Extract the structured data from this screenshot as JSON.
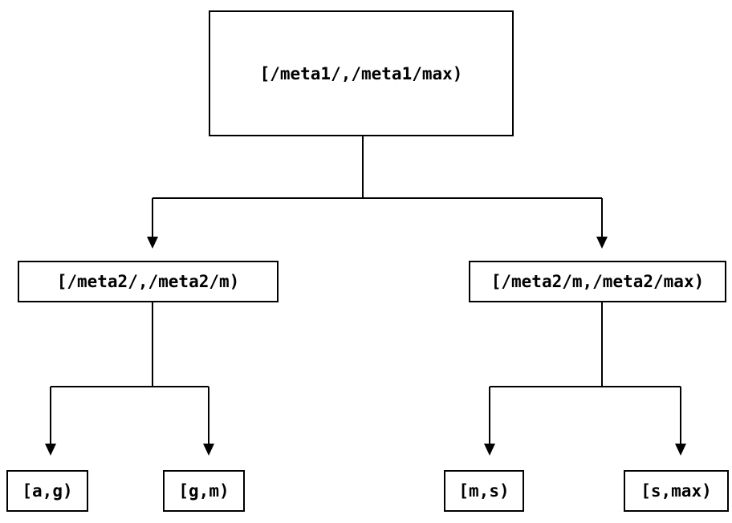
{
  "colors": {
    "background": "#ffffff",
    "line": "#000000",
    "text": "#000000",
    "node_fill": "#ffffff"
  },
  "tree": {
    "root": {
      "label": "[/meta1/,/meta1/max)"
    },
    "level2": [
      {
        "label": "[/meta2/,/meta2/m)"
      },
      {
        "label": "[/meta2/m,/meta2/max)"
      }
    ],
    "leaves": [
      {
        "label": "[a,g)"
      },
      {
        "label": "[g,m)"
      },
      {
        "label": "[m,s)"
      },
      {
        "label": "[s,max)"
      }
    ]
  }
}
